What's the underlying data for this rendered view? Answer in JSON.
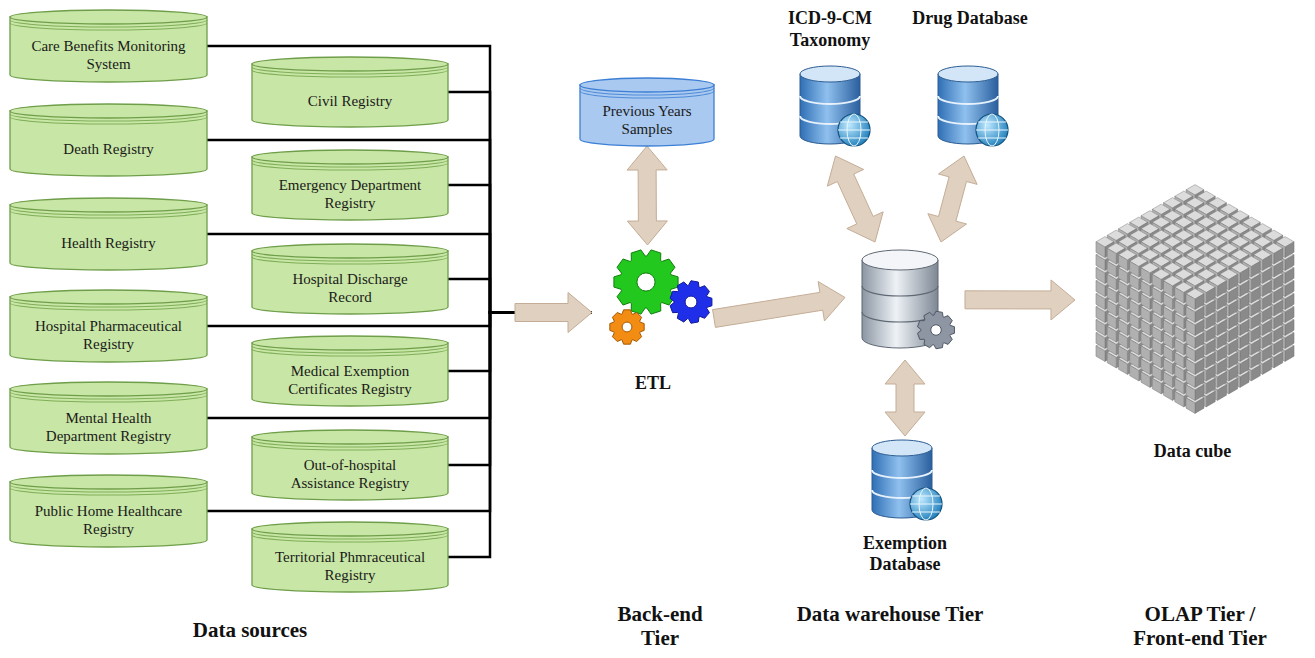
{
  "diagram": {
    "nodes": [
      {
        "text": [
          "Care Benefits Monitoring System"
        ]
      },
      {
        "text": [
          "Civil Registry"
        ]
      },
      {
        "text": [
          "Death Registry"
        ]
      },
      {
        "text": [
          "Emergency Department Registry"
        ]
      },
      {
        "text": [
          "Health Registry"
        ]
      },
      {
        "text": [
          "Hospital Discharge Record"
        ]
      },
      {
        "text": [
          "Hospital Pharmaceutical Registry"
        ]
      },
      {
        "text": [
          "Medical Exemption Certificates Registry"
        ]
      },
      {
        "text": [
          "Mental Health Department Registry"
        ]
      },
      {
        "text": [
          "Out-of-hospital Assistance Registry"
        ]
      },
      {
        "text": [
          "Public Home Healthcare Registry"
        ]
      },
      {
        "text": [
          "Territorial Phmraceutical Registry"
        ]
      },
      {
        "text": [
          "Previous Years Samples"
        ]
      },
      {
        "text": [
          "ETL"
        ]
      },
      {
        "text": [
          "ICD-9-CM Taxonomy"
        ]
      },
      {
        "text": [
          "Drug Database"
        ]
      },
      {
        "text": []
      },
      {
        "text": [
          "Exemption Database"
        ]
      },
      {
        "text": [
          "Data cube"
        ]
      }
    ],
    "edges": [
      {
        "from": 0,
        "to": 13,
        "arrow": "to"
      },
      {
        "from": 1,
        "to": 13,
        "arrow": "to"
      },
      {
        "from": 2,
        "to": 13,
        "arrow": "to"
      },
      {
        "from": 3,
        "to": 13,
        "arrow": "to"
      },
      {
        "from": 4,
        "to": 13,
        "arrow": "to"
      },
      {
        "from": 5,
        "to": 13,
        "arrow": "to"
      },
      {
        "from": 6,
        "to": 13,
        "arrow": "to"
      },
      {
        "from": 7,
        "to": 13,
        "arrow": "to"
      },
      {
        "from": 8,
        "to": 13,
        "arrow": "to"
      },
      {
        "from": 9,
        "to": 13,
        "arrow": "to"
      },
      {
        "from": 10,
        "to": 13,
        "arrow": "to"
      },
      {
        "from": 11,
        "to": 13,
        "arrow": "to"
      },
      {
        "from": 12,
        "to": 13,
        "arrow": "both"
      },
      {
        "from": 13,
        "to": 16,
        "arrow": "to"
      },
      {
        "from": 16,
        "to": 14,
        "arrow": "both"
      },
      {
        "from": 16,
        "to": 15,
        "arrow": "both"
      },
      {
        "from": 16,
        "to": 17,
        "arrow": "both"
      },
      {
        "from": 16,
        "to": 18,
        "arrow": "to"
      }
    ],
    "labels": [
      "Data sources",
      "Back-end Tier",
      "Data warehouse Tier",
      "OLAP Tier / Front-end Tier"
    ]
  }
}
